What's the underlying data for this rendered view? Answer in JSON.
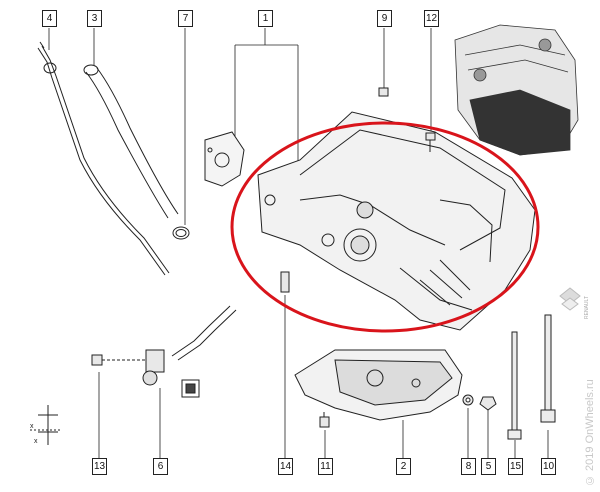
{
  "callouts": {
    "c4": "4",
    "c3": "3",
    "c7": "7",
    "c1": "1",
    "c9": "9",
    "c12": "12",
    "c13": "13",
    "c6": "6",
    "c14": "14",
    "c11": "11",
    "c2": "2",
    "c8": "8",
    "c5": "5",
    "c15": "15",
    "c10": "10"
  },
  "watermark": "© 2019 OnWheels.ru",
  "brand_label": "RENAULT",
  "colors": {
    "highlight": "#d9141b",
    "line": "#222222"
  }
}
